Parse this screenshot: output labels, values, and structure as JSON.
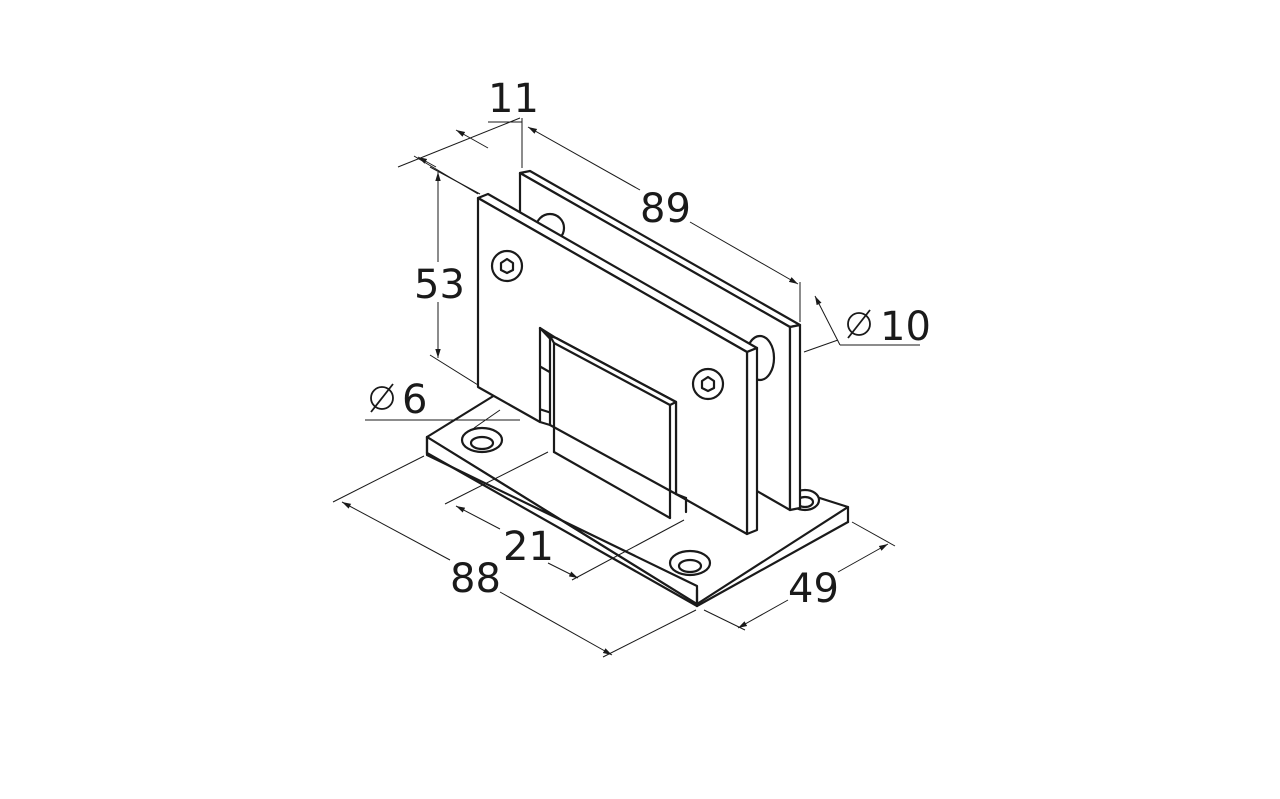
{
  "drawing": {
    "dimensions": {
      "depth_top": "11",
      "length_top": "89",
      "height": "53",
      "hole_pin": "10",
      "hole_base": "6",
      "offset": "21",
      "base_length": "88",
      "base_width": "49"
    },
    "colors": {
      "line": "#1a1a1a",
      "background": "#ffffff"
    }
  }
}
